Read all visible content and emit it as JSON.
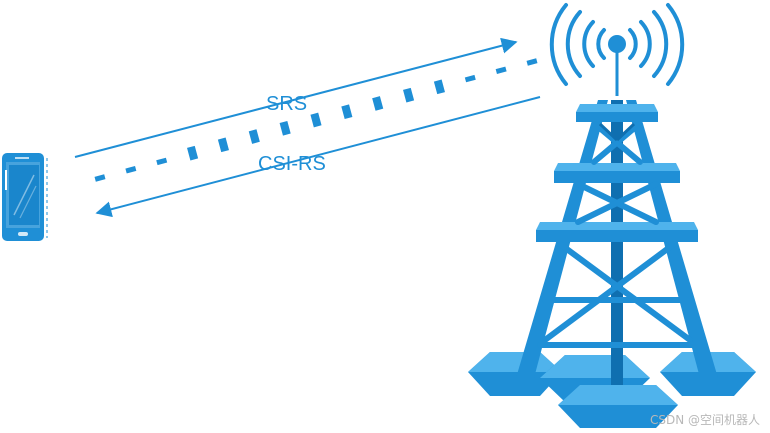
{
  "diagram": {
    "uplink_label": "SRS",
    "downlink_label": "CSI-RS",
    "watermark": "CSDN @空间机器人"
  },
  "colors": {
    "primary": "#1F8FD6",
    "dark": "#0F6FB0",
    "light": "#4FB3EC",
    "watermark": "#b8b8b8"
  },
  "icons": {
    "device": "smartphone-icon",
    "station": "cell-tower-icon",
    "waves": "radio-waves-icon"
  }
}
